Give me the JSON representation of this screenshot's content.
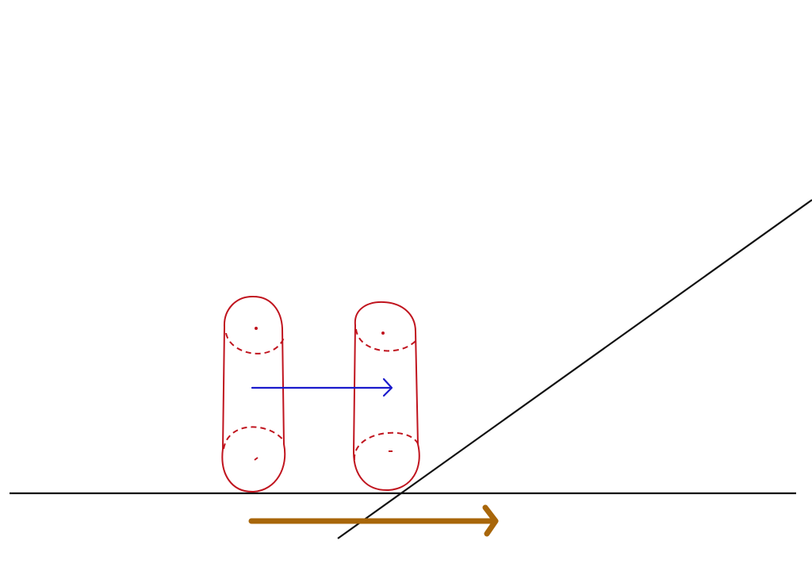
{
  "colors": {
    "background": "#ffffff",
    "ground_line": "#111111",
    "incline_line": "#111111",
    "capsule_outline": "#c0141e",
    "motion_arrow": "#1a1acc",
    "ground_arrow": "#a8660a"
  },
  "elements": {
    "ground": "horizontal-line",
    "incline": "diagonal-line",
    "objects": [
      "capsule-left",
      "capsule-right"
    ],
    "arrows": [
      "motion-arrow",
      "ground-motion-arrow"
    ]
  }
}
